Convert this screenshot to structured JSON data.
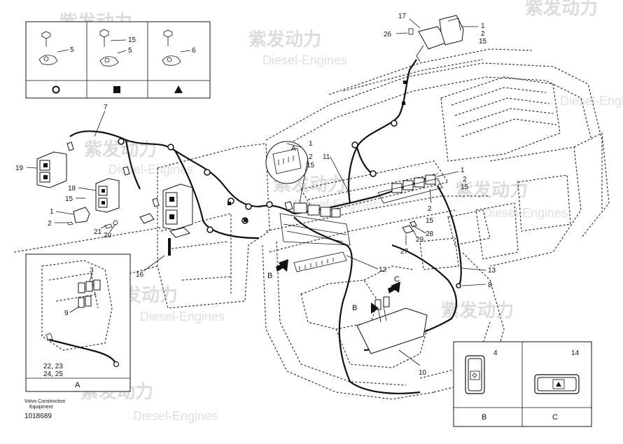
{
  "watermarks": [
    "紫发动力",
    "Diesel-Engines"
  ],
  "legend_table": {
    "labels": [
      "5",
      "15",
      "5",
      "6"
    ],
    "symbols": [
      "circle-symbol",
      "square-symbol",
      "triangle-symbol"
    ]
  },
  "callouts": {
    "c17": "17",
    "c26": "26",
    "c1a": "1",
    "c2a": "2",
    "c15a": "15",
    "c7": "7",
    "c19": "19",
    "c18": "18",
    "c15b": "15",
    "c1b": "1",
    "c2b": "2",
    "c21": "21",
    "c20": "20",
    "c16": "16",
    "cA": "A",
    "c1c": "1",
    "c2c": "2",
    "c15c": "15",
    "c11": "11",
    "c1d": "1",
    "c2d": "2",
    "c15d": "15",
    "c2e": "2",
    "c15e": "15",
    "c28": "28",
    "c29": "29",
    "c27": "27",
    "c12": "12",
    "c13": "13",
    "c8": "8",
    "cB": "B",
    "cC": "C",
    "cB2": "B",
    "c10": "10",
    "c3": "3",
    "c9": "9",
    "c22": "22, 23",
    "c24": "24, 25"
  },
  "detail_a": {
    "caption": "A"
  },
  "detail_bc": {
    "b_number": "4",
    "c_number": "14",
    "b_caption": "B",
    "c_caption": "C"
  },
  "footer": {
    "brand_line1": "Volvo Construction",
    "brand_line2": "Equipment",
    "doc_number": "1018689"
  }
}
